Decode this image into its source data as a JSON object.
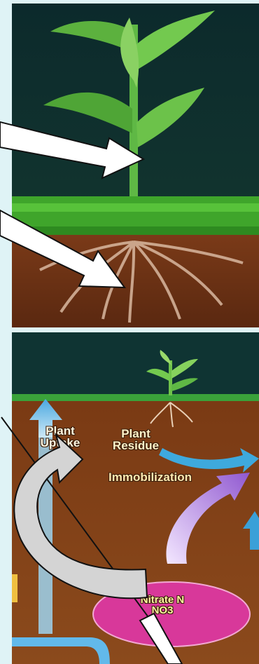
{
  "labels": {
    "plant_uptake": {
      "line1": "Plant",
      "line2": "Uptake"
    },
    "plant_residue": {
      "line1": "Plant",
      "line2": "Residue"
    },
    "immobilization": "Immobilization",
    "nitrate": {
      "line1": "Nitrate N",
      "line2": "NO3"
    }
  },
  "colors": {
    "page_background": "#dff3f6",
    "sky": "#0f2a2c",
    "grass": "#3fa52b",
    "soil": "#6b2f12",
    "leaf": "#6cc24a",
    "uptake_arrow": "#7fc4e6",
    "residue_arrow": "#3ea9dd",
    "immobilization_arrow": "#a47ad8",
    "nitrate_pool": "#d8389a",
    "callout_arrow_fill": "#ffffff",
    "callout_arrow_gray": "#d4d4d4"
  }
}
